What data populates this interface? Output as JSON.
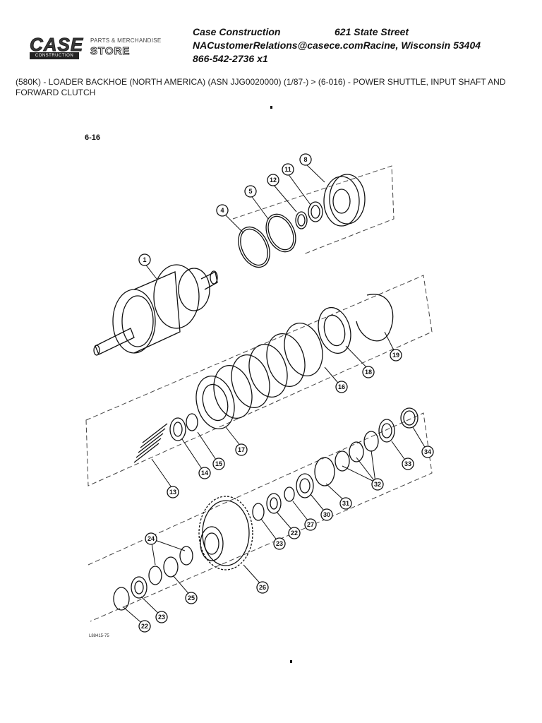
{
  "logo": {
    "brand": "CASE",
    "brand_sub": "CONSTRUCTION",
    "store_top": "PARTS & MERCHANDISE",
    "store_word": "STORE"
  },
  "contact": {
    "company": "Case Construction",
    "street": "621 State Street",
    "email_city": "NACustomerRelations@casece.comRacine, Wisconsin 53404",
    "phone": "866-542-2736 x1"
  },
  "title": "(580K) - LOADER BACKHOE (NORTH AMERICA) (ASN JJG0020000) (1/87-) > (6-016) - POWER SHUTTLE, INPUT SHAFT AND FORWARD CLUTCH",
  "figure": {
    "label": "6-16",
    "code": "L88415-75",
    "callouts": [
      "1",
      "4",
      "5",
      "12",
      "11",
      "8",
      "19",
      "18",
      "16",
      "17",
      "15",
      "14",
      "13",
      "34",
      "33",
      "32",
      "31",
      "30",
      "27",
      "22",
      "23",
      "26",
      "24",
      "25",
      "22",
      "23"
    ]
  }
}
